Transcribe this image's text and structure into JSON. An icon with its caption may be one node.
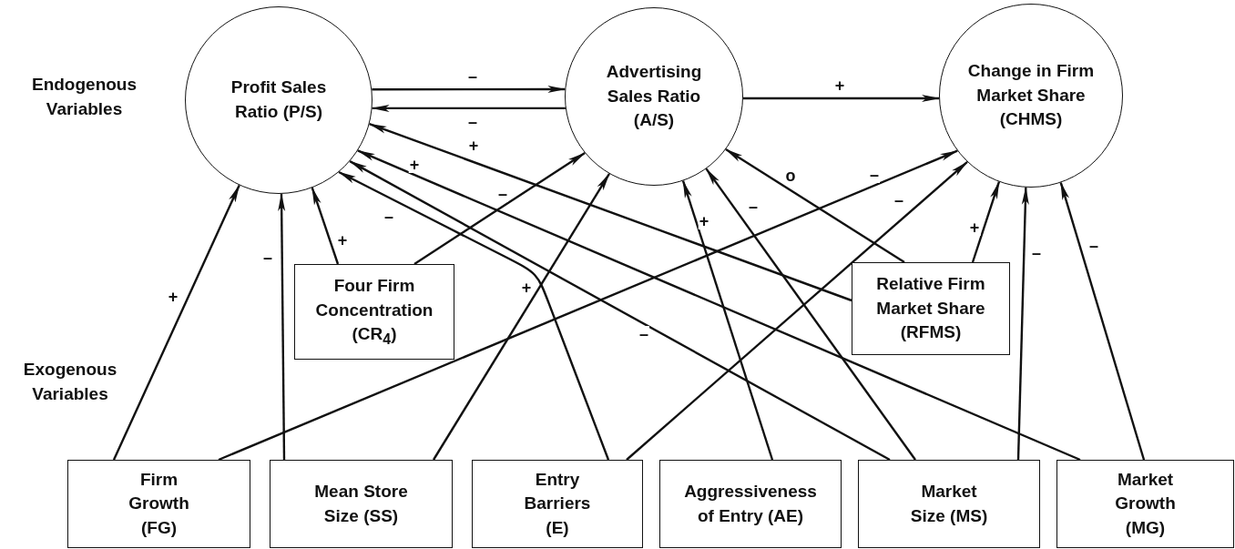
{
  "diagram": {
    "nodes": [
      {
        "text": [
          "Profit Sales Ratio (P/S)"
        ]
      },
      {
        "text": [
          "Advertising Sales Ratio (A/S)"
        ]
      },
      {
        "text": [
          "Change in Firm Market Share (CHMS)"
        ]
      },
      {
        "text": [
          "Four Firm Concentration (CR$_{4}$)"
        ]
      },
      {
        "text": [
          "Relative Firm Market Share (RFMS)"
        ]
      },
      {
        "text": [
          "Firm Growth (FG)"
        ]
      },
      {
        "text": [
          "Mean Store Size (SS)"
        ]
      },
      {
        "text": [
          "Entry Barriers (E)"
        ]
      },
      {
        "text": [
          "Aggressiveness of Entry (AE)"
        ]
      },
      {
        "text": [
          "Market Size (MS)"
        ]
      },
      {
        "text": [
          "Market Growth (MG)"
        ]
      }
    ],
    "edges": [
      {
        "from": 0,
        "to": 1,
        "arrow": "to",
        "label": "–"
      },
      {
        "from": 1,
        "to": 0,
        "arrow": "to",
        "label": "–"
      },
      {
        "from": 1,
        "to": 2,
        "arrow": "to",
        "label": "+"
      },
      {
        "from": 5,
        "to": 0,
        "arrow": "to",
        "label": "+"
      },
      {
        "from": 6,
        "to": 0,
        "arrow": "to",
        "label": "–"
      },
      {
        "from": 3,
        "to": 0,
        "arrow": "to",
        "label": "+"
      },
      {
        "from": 3,
        "to": 1,
        "arrow": "to",
        "label": "–"
      },
      {
        "from": 4,
        "to": 0,
        "arrow": "to",
        "label": "+"
      },
      {
        "from": 5,
        "to": 2,
        "arrow": "to",
        "label": "–"
      },
      {
        "from": 6,
        "to": 1,
        "arrow": "to",
        "label": "+"
      },
      {
        "from": 7,
        "to": 0,
        "arrow": "to",
        "label": "–"
      },
      {
        "from": 7,
        "to": 2,
        "arrow": "to",
        "label": "–"
      },
      {
        "from": 8,
        "to": 1,
        "arrow": "to",
        "label": "+"
      },
      {
        "from": 9,
        "to": 0,
        "arrow": "to",
        "label": "–"
      },
      {
        "from": 9,
        "to": 1,
        "arrow": "to",
        "label": "–"
      },
      {
        "from": 4,
        "to": 1,
        "arrow": "to",
        "label": "o"
      },
      {
        "from": 4,
        "to": 2,
        "arrow": "to",
        "label": "+"
      },
      {
        "from": 9,
        "to": 2,
        "arrow": "to",
        "label": "–"
      },
      {
        "from": 10,
        "to": 2,
        "arrow": "to",
        "label": "–"
      },
      {
        "from": 10,
        "to": 0,
        "arrow": "to",
        "label": "+"
      }
    ],
    "labels": [
      "Endogenous Variables",
      "Exogenous Variables"
    ]
  }
}
